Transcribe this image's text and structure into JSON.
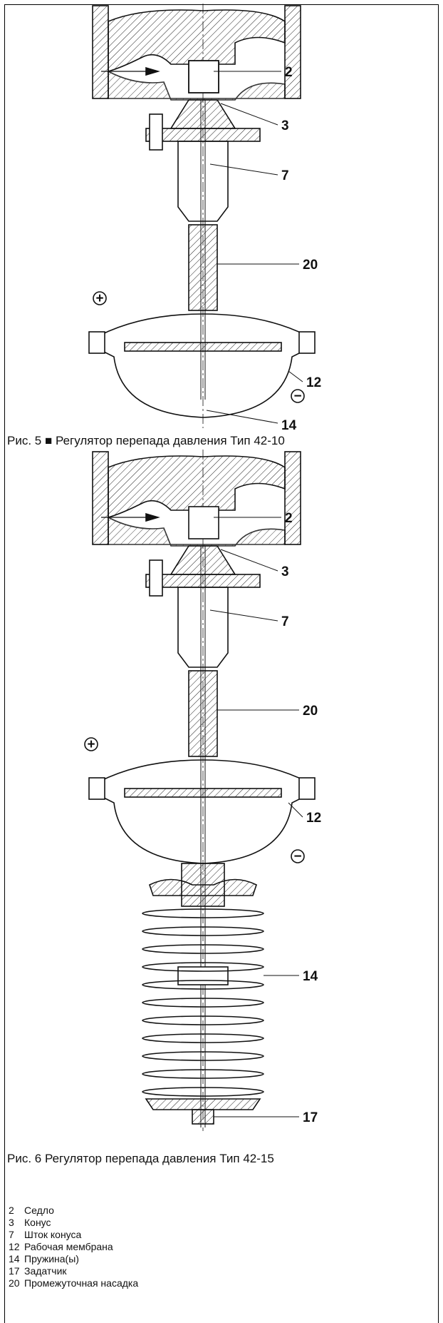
{
  "figure5": {
    "caption_prefix": "Рис. 5",
    "caption_bullet": "■",
    "caption_text": "Регулятор перепада давления",
    "caption_type": "Тип 42-10",
    "callouts": [
      "2",
      "3",
      "7",
      "20",
      "12",
      "14"
    ],
    "plus_symbol": "+",
    "minus_symbol": "−"
  },
  "figure6": {
    "caption_prefix": "Рис. 6",
    "caption_text": "Регулятор перепада давления",
    "caption_type": "Тип 42-15",
    "callouts": [
      "2",
      "3",
      "7",
      "20",
      "12",
      "14",
      "17"
    ],
    "plus_symbol": "+",
    "minus_symbol": "−"
  },
  "legend": [
    {
      "num": "2",
      "label": "Седло"
    },
    {
      "num": "3",
      "label": "Конус"
    },
    {
      "num": "7",
      "label": "Шток конуса"
    },
    {
      "num": "12",
      "label": "Рабочая мембрана"
    },
    {
      "num": "14",
      "label": "Пружина(ы)"
    },
    {
      "num": "17",
      "label": "Задатчик"
    },
    {
      "num": "20",
      "label": "Промежуточная насадка"
    }
  ]
}
